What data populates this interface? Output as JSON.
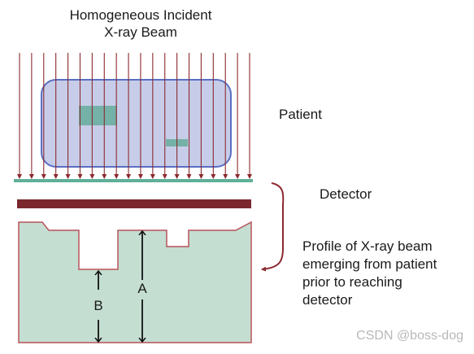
{
  "title": [
    "Homogeneous Incident",
    "X-ray Beam"
  ],
  "labels": {
    "patient": "Patient",
    "detector": "Detector",
    "profile": [
      "Profile of X-ray beam",
      "emerging from patient",
      "prior to reaching",
      "detector"
    ],
    "dimension_a": "A",
    "dimension_b": "B"
  },
  "watermark": "CSDN @boss-dog",
  "colors": {
    "beam_arrow": "#8b2a2f",
    "patient_fill": "#c7cde9",
    "patient_stroke": "#5a6fc4",
    "inclusion": "#6aaea0",
    "detector_line": "#5faf98",
    "detector_bar": "#7a2730",
    "profile_fill": "#c4ded2",
    "profile_stroke": "#b8545a",
    "bracket": "#8b2a2f"
  }
}
